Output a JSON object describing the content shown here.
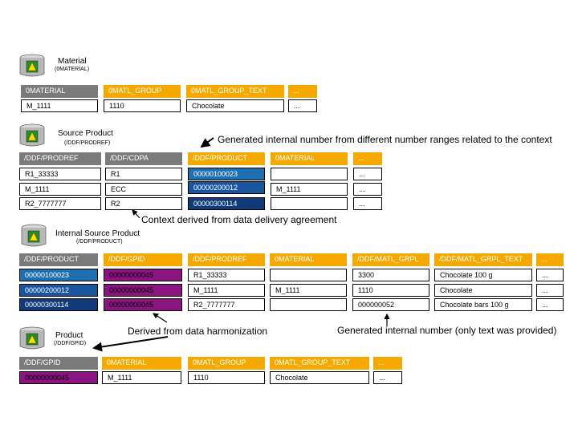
{
  "material": {
    "title": "Material",
    "subtitle": "(0MATERIAL)",
    "headers": [
      "0MATERIAL",
      "0MATL_GROUP",
      "0MATL_GROUP_TEXT",
      "..."
    ],
    "row": [
      "M_1111",
      "1110",
      "Chocolate",
      "..."
    ]
  },
  "source_product": {
    "title": "Source Product",
    "subtitle": "(/DDF/PRODREF)",
    "headers": [
      "/DDF/PRODREF",
      "/DDF/CDPA",
      "/DDF/PRODUCT",
      "0MATERIAL",
      "..."
    ],
    "rows": [
      [
        "R1_33333",
        "R1",
        "00000100023",
        "",
        "..."
      ],
      [
        "M_1111",
        "ECC",
        "00000200012",
        "M_1111",
        "..."
      ],
      [
        "R2_7777777",
        "R2",
        "00000300114",
        "",
        "..."
      ]
    ]
  },
  "internal_source_product": {
    "title": "Internal Source Product",
    "subtitle": "(/DDF/PRODUCT)",
    "headers": [
      "/DDF/PRODUCT",
      "/DDF/GPID",
      "/DDF/PRODREF",
      "0MATERIAL",
      "/DDF/MATL_GRPL",
      "/DDF/MATL_GRPL_TEXT",
      "..."
    ],
    "rows": [
      [
        "00000100023",
        "00000000045",
        "R1_33333",
        "",
        "3300",
        "Chocolate 100 g",
        "..."
      ],
      [
        "00000200012",
        "00000000045",
        "M_1111",
        "M_1111",
        "1110",
        "Chocolate",
        "..."
      ],
      [
        "00000300114",
        "00000000045",
        "R2_7777777",
        "",
        "000000052",
        "Chocolate bars 100 g",
        "..."
      ]
    ]
  },
  "product": {
    "title": "Product",
    "subtitle": "(/DDF/GPID)",
    "headers": [
      "/DDF/GPID",
      "0MATERIAL",
      "0MATL_GROUP",
      "0MATL_GROUP_TEXT",
      "..."
    ],
    "row": [
      "00000000045",
      "M_1111",
      "1110",
      "Chocolate",
      "..."
    ]
  },
  "annotations": {
    "generated_context": "Generated internal number from different number ranges related to the context",
    "context_derived": "Context derived from data delivery agreement",
    "derived_harmonization": "Derived from data harmonization",
    "generated_text_only": "Generated internal number (only text was provided)"
  },
  "colors": {
    "header_gray": "#7a7a7a",
    "header_orange": "#f5a800",
    "blue_light": "#1e6fb0",
    "blue_mid": "#1a56a0",
    "blue_dark": "#103a78",
    "purple": "#8a1580"
  },
  "icons": [
    "database-cube-icon",
    "arrow-icon"
  ]
}
